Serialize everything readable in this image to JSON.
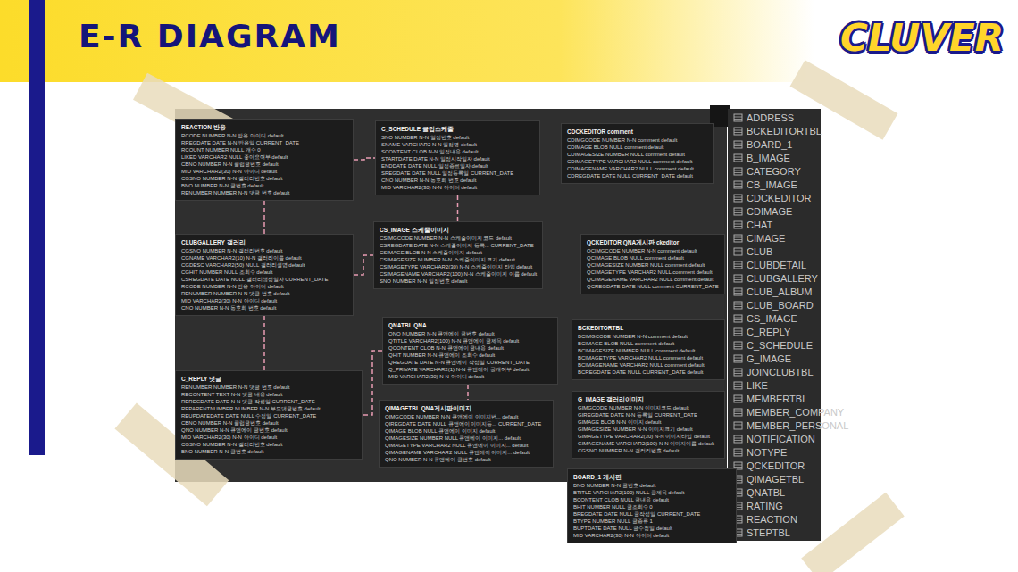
{
  "diagram": {
    "title": "E-R DIAGRAM",
    "nodes": [
      {
        "text": [
          "REACTION 반응",
          "RCODE NUMBER N-N 반응 아이디 default",
          "RREGDATE DATE N-N 반응일 CURRENT_DATE",
          "RCOUNT NUMBER NULL 개수 0",
          "LIKED VARCHAR2 NULL 좋아요여부 default",
          "CBNO NUMBER N-N 클럽글번호 default",
          "MID VARCHAR2(30) N-N 아이디 default",
          "CGSNO NUMBER N-N 갤러리번호 default",
          "BNO NUMBER N-N 글번호 default",
          "RENUMBER NUMBER N-N 댓글 번호 default"
        ]
      },
      {
        "text": [
          "C_SCHEDULE 클럽스케줄",
          "SNO NUMBER N-N 일정번호 default",
          "SNAME VARCHAR2 N-N 일정명 default",
          "SCONTENT CLOB N-N 일정내용 default",
          "STARTDATE DATE N-N 일정시작일자 default",
          "ENDDATE DATE NULL 일정종료일자 default",
          "SREGDATE DATE NULL 일정등록일 CURRENT_DATE",
          "CNO NUMBER N-N 동호회 번호 default",
          "MID VARCHAR2(30) N-N 아이디 default"
        ]
      },
      {
        "text": [
          "CDCKEDITOR comment",
          "CDIMGCODE NUMBER N-N comment default",
          "CDIMAGE BLOB NULL comment default",
          "CDIMAGESIZE NUMBER NULL comment default",
          "CDIMAGETYPE VARCHAR2 NULL comment default",
          "CDIMAGENAME VARCHAR2 NULL comment default",
          "CDREGDATE DATE NULL CURRENT_DATE default"
        ]
      },
      {
        "text": [
          "CLUBGALLERY 갤러리",
          "CGSNO NUMBER N-N 갤러리번호 default",
          "CGNAME VARCHAR2(10) N-N 갤러리이름 default",
          "CGDESC VARCHAR2(50) NULL 갤러리설명 default",
          "CGHIT NUMBER NULL 조회수 default",
          "CSREGDATE DATE NULL 갤러리생성일자 CURRENT_DATE",
          "RCODE NUMBER N-N 반응 아이디 default",
          "RENUMBER NUMBER N-N 댓글 번호 default",
          "MID VARCHAR2(30) N-N 아이디 default",
          "CNO NUMBER N-N 동호회 번호 default"
        ]
      },
      {
        "text": [
          "CS_IMAGE 스케줄이미지",
          "CSIMGCODE NUMBER N-N 스케줄이미지 코드 default",
          "CSREGDATE DATE N-N 스케줄이미지 등록... CURRENT_DATE",
          "CSIMAGE BLOB N-N 스케줄이미지 default",
          "CSIMAGESIZE NUMBER N-N 스케줄이미지 크기 default",
          "CSIMAGETYPE VARCHAR2(30) N-N 스케줄이미지 타입 default",
          "CSIMAGENAME VARCHAR2(100) N-N 스케줄이미지 이름 default",
          "SNO NUMBER N-N 일정번호 default"
        ]
      },
      {
        "text": [
          "QCKEDITOR QNA게시판 ckeditor",
          "QCIMGCODE NUMBER N-N comment default",
          "QCIMAGE BLOB NULL comment default",
          "QCIMAGESIZE NUMBER NULL comment default",
          "QCIMAGETYPE VARCHAR2 NULL comment default",
          "QCIMAGENAME VARCHAR2 NULL comment default",
          "QCREGDATE DATE NULL comment CURRENT_DATE"
        ]
      },
      {
        "text": [
          "QNATBL QNA",
          "QNO NUMBER N-N 큐앤에이 글번호 default",
          "QTITLE VARCHAR2(100) N-N 큐앤에이 글제목 default",
          "QCONTENT CLOB N-N 큐앤에이 글내용 default",
          "QHIT NUMBER N-N 큐앤에이 조회수 default",
          "QREGDATE DATE N-N 큐앤에이 작성일 CURRENT_DATE",
          "Q_PRIVATE VARCHAR2(1) N-N 큐앤에이 공개여부 default",
          "MID VARCHAR2(30) N-N 아이디 default"
        ]
      },
      {
        "text": [
          "BCKEDITORTBL",
          "BCIMGCODE NUMBER N-N comment default",
          "BCIMAGE BLOB NULL comment default",
          "BCIMAGESIZE NUMBER NULL comment default",
          "BCIMAGETYPE VARCHAR2 NULL comment default",
          "BCIMAGENAME VARCHAR2 NULL comment default",
          "BCREGDATE DATE NULL CURRENT_DATE default"
        ]
      },
      {
        "text": [
          "C_REPLY 댓글",
          "RENUMBER NUMBER N-N 댓글 번호 default",
          "RECONTENT TEXT N-N 댓글 내용 default",
          "REREGDATE DATE N-N 댓글 작성일 CURRENT_DATE",
          "REPARENTNUMBER NUMBER N-N 부모댓글번호 default",
          "REUPDATEDATE DATE NULL 수정일 CURRENT_DATE",
          "CBNO NUMBER N-N 클럽글번호 default",
          "QNO NUMBER N-N 큐앤에이 글번호 default",
          "MID VARCHAR2(30) N-N 아이디 default",
          "CGSNO NUMBER N-N 갤러리번호 default",
          "BNO NUMBER N-N 글번호 default"
        ]
      },
      {
        "text": [
          "QIMAGETBL QNA게시판이미지",
          "QIMGCODE NUMBER N-N 큐앤에이 이미지번... default",
          "QIREGDATE DATE NULL 큐앤에이 이미지등... CURRENT_DATE",
          "QIMAGE BLOB NULL 큐앤에이 이미지 default",
          "QIMAGESIZE NUMBER NULL 큐앤에이 이미지... default",
          "QIMAGETYPE VARCHAR2 NULL 큐앤에이 이미지... default",
          "QIMAGENAME VARCHAR2 NULL 큐앤에이 이미지... default",
          "QNO NUMBER N-N 큐앤에이 글번호 default"
        ]
      },
      {
        "text": [
          "G_IMAGE 갤러리이미지",
          "GIMGCODE NUMBER N-N 이미지코드 default",
          "GIREGDATE DATE N-N 등록일 CURRENT_DATE",
          "GIMAGE BLOB N-N 이미지 default",
          "GIMAGESIZE NUMBER N-N 이미지크기 default",
          "GIMAGETYPE VARCHAR2(30) N-N 이미지타입 default",
          "GIMAGENAME VARCHAR2(100) N-N 이미지이름 default",
          "CGSNO NUMBER N-N 갤러리번호 default"
        ]
      },
      {
        "text": [
          "BOARD_1 게시판",
          "BNO NUMBER N-N 글번호 default",
          "BTITLE VARCHAR2(100) NULL 글제목 default",
          "BCONTENT CLOB NULL 글내용 default",
          "BHIT NUMBER NULL 글조회수 0",
          "BREGDATE DATE NULL 글작성일 CURRENT_DATE",
          "BTYPE NUMBER NULL 글종류 1",
          "BUPTDATE DATE NULL 글수정일 default",
          "MID VARCHAR2(30) N-N 아이디 default"
        ]
      }
    ],
    "edges": [
      {
        "from": 0,
        "to": 1,
        "arrow": "none"
      },
      {
        "from": 0,
        "to": 3,
        "arrow": "none"
      },
      {
        "from": 1,
        "to": 4,
        "arrow": "none"
      },
      {
        "from": 3,
        "to": 4,
        "arrow": "none"
      },
      {
        "from": 3,
        "to": 8,
        "arrow": "none"
      },
      {
        "from": 6,
        "to": 8,
        "arrow": "none"
      },
      {
        "from": 6,
        "to": 9,
        "arrow": "none"
      }
    ],
    "labels": [
      "CLUVER",
      "ADDRESS",
      "BCKEDITORTBL",
      "BOARD_1",
      "B_IMAGE",
      "CATEGORY",
      "CB_IMAGE",
      "CDCKEDITOR",
      "CDIMAGE",
      "CHAT",
      "CIMAGE",
      "CLUB",
      "CLUBDETAIL",
      "CLUBGALLERY",
      "CLUB_ALBUM",
      "CLUB_BOARD",
      "CS_IMAGE",
      "C_REPLY",
      "C_SCHEDULE",
      "G_IMAGE",
      "JOINCLUBTBL",
      "LIKE",
      "MEMBERTBL",
      "MEMBER_COMPANY",
      "MEMBER_PERSONAL",
      "NOTIFICATION",
      "NOTYPE",
      "QCKEDITOR",
      "QIMAGETBL",
      "QNATBL",
      "RATING",
      "REACTION",
      "STEPTBL"
    ]
  }
}
